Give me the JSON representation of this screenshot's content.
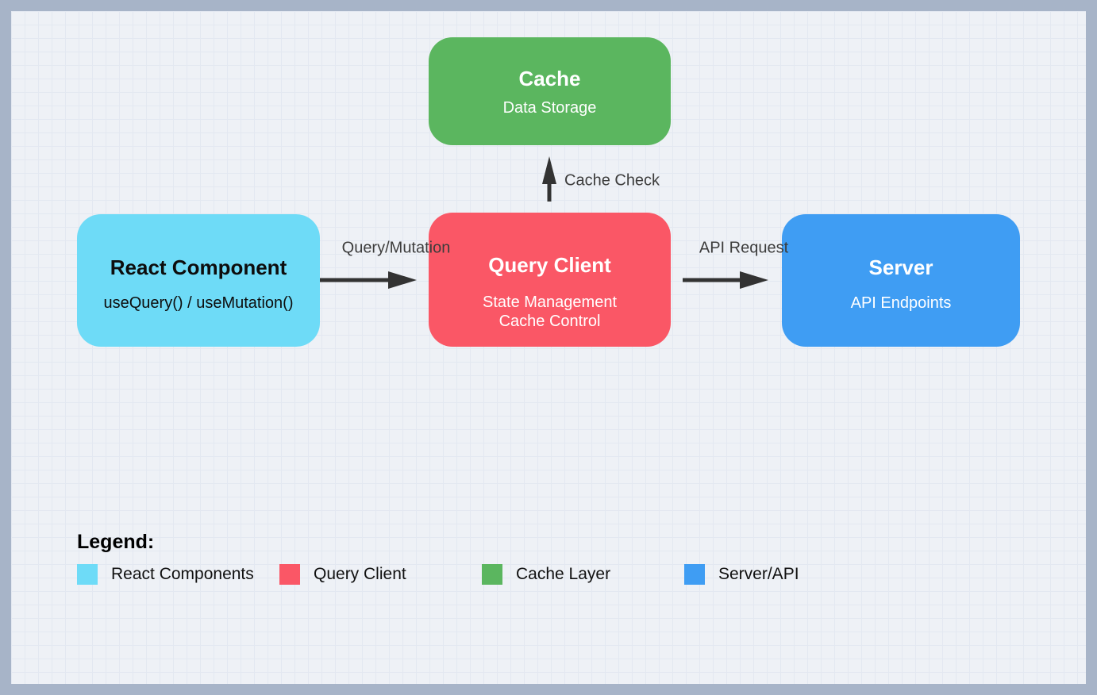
{
  "diagram": {
    "nodes": {
      "cache": {
        "title": "Cache",
        "subtitle": "Data Storage"
      },
      "react_component": {
        "title": "React Component",
        "subtitle": "useQuery() / useMutation()"
      },
      "query_client": {
        "title": "Query Client",
        "line1": "State Management",
        "line2": "Cache Control"
      },
      "server": {
        "title": "Server",
        "subtitle": "API Endpoints"
      }
    },
    "edges": {
      "query_mutation": {
        "label": "Query/Mutation"
      },
      "api_request": {
        "label": "API Request"
      },
      "cache_check": {
        "label": "Cache Check"
      }
    }
  },
  "legend": {
    "heading": "Legend:",
    "items": [
      {
        "label": "React Components",
        "color": "#6edbf7"
      },
      {
        "label": "Query Client",
        "color": "#fa5766"
      },
      {
        "label": "Cache Layer",
        "color": "#5bb65f"
      },
      {
        "label": "Server/API",
        "color": "#3f9df3"
      }
    ]
  },
  "colors": {
    "react_node": "#6edbf7",
    "query_client_node": "#fa5766",
    "cache_node": "#5bb65f",
    "server_node": "#3f9df3",
    "arrow": "#333333",
    "canvas_bg": "#eef1f6",
    "frame": "#a7b4c8"
  }
}
